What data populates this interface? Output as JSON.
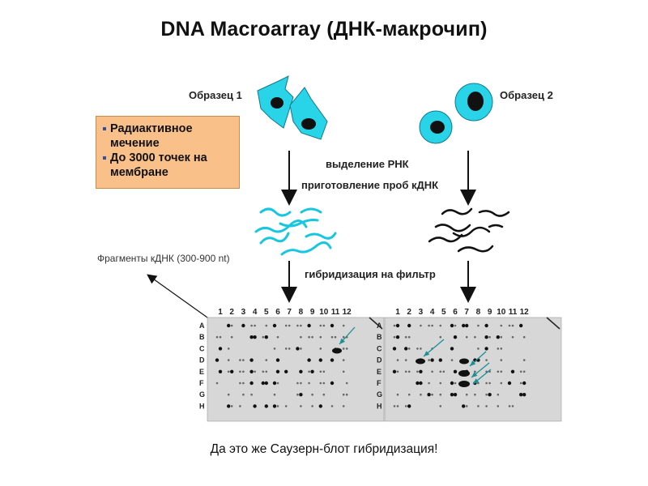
{
  "title": "DNA Macroarray (ДНК-макрочип)",
  "sample1_label": "Образец 1",
  "sample2_label": "Образец 2",
  "note_items": [
    "Радиактивное мечение",
    "До 3000 точек на мембране"
  ],
  "step1_label": "выделение РНК",
  "step2_label": "приготовление проб кДНК",
  "step3_label": "гибридизация на фильтр",
  "fragments_label": "Фрагменты кДНК (300-900 nt)",
  "column_labels": [
    "1",
    "2",
    "3",
    "4",
    "5",
    "6",
    "7",
    "8",
    "9",
    "10",
    "11",
    "12"
  ],
  "row_labels": [
    "A",
    "B",
    "C",
    "D",
    "E",
    "F",
    "G",
    "H"
  ],
  "bottom_caption": "Да это же Саузерн-блот гибридизация!",
  "colors": {
    "cell_cyan": "#2ad4e8",
    "cdna_cyan": "#18c6e0",
    "note_bg": "#f9c08a",
    "arrow_teal": "#1a8f94",
    "membrane_bg": "#d7d7d7"
  }
}
